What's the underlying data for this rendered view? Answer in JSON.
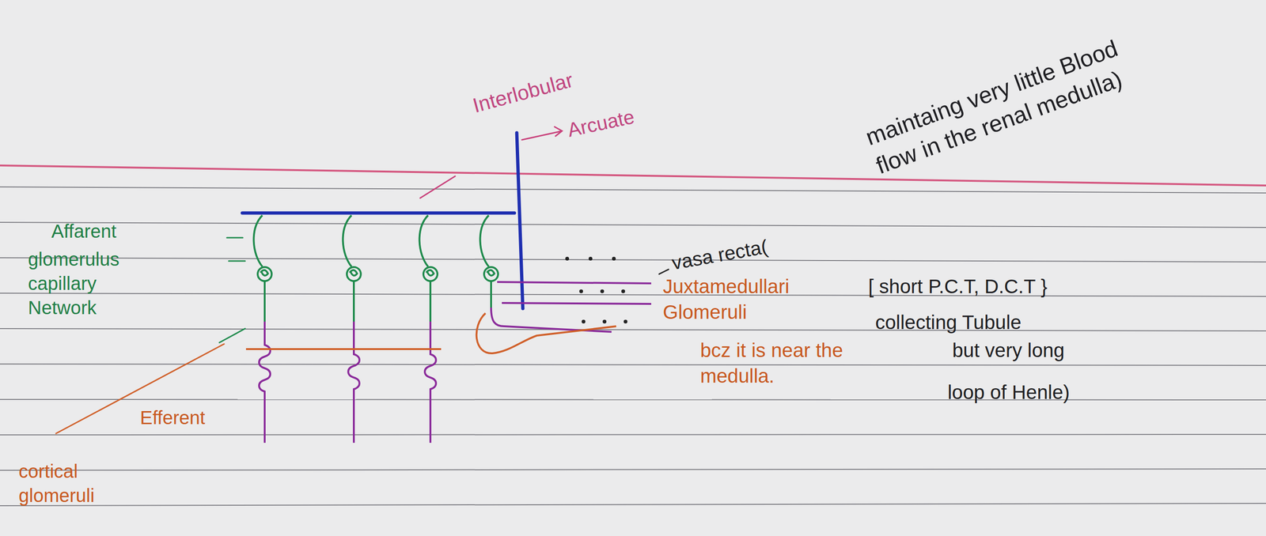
{
  "diagram": {
    "labels": [
      "Interlobular",
      "Arcuate",
      "maintaing very little Blood flow in the renal medulla)",
      "Affarent",
      "glomerulus capillary Network",
      "vasa recta(",
      "Juxtamedullari Glomeruli",
      "[ short P.C.T, D.C.T }",
      "collecting Tubule",
      "Efferent",
      "bcz it is near the medulla.",
      "but very long",
      "loop of Henle)",
      "cortical glomeruli"
    ]
  }
}
